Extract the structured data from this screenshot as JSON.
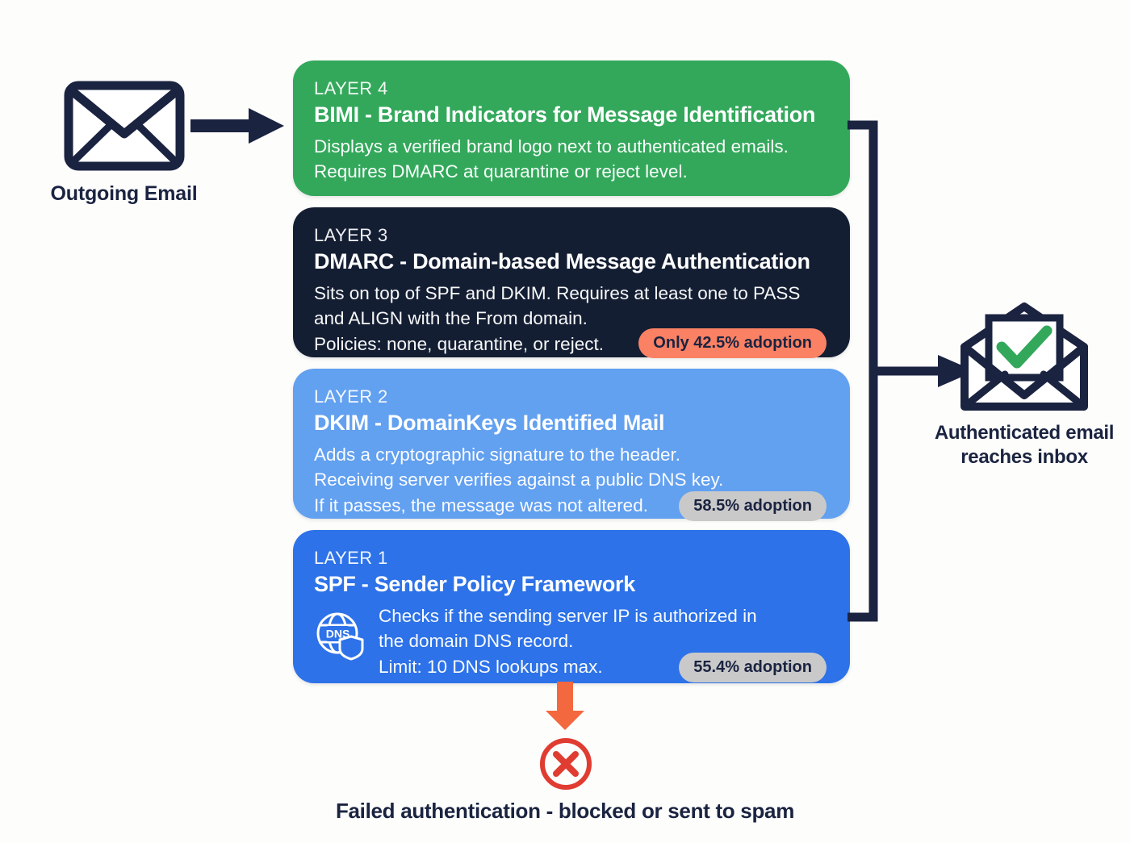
{
  "diagram": {
    "title": "Email authentication layers",
    "colors": {
      "background": "#fdfdfc",
      "ink": "#1a2340",
      "layer4": "#33a85b",
      "layer3": "#141e33",
      "layer2": "#62a0f0",
      "layer1": "#2d72e8",
      "badge_warning": "#fb8164",
      "badge_neutral": "#c9c9c9",
      "success": "#33a85b",
      "failure": "#e03c31",
      "fail_arrow": "#f4683f"
    }
  },
  "source": {
    "icon": "envelope-icon",
    "caption": "Outgoing Email"
  },
  "incoming_arrow": {
    "icon": "arrow-right-icon"
  },
  "layers": [
    {
      "kicker": "LAYER 4",
      "title": "BIMI - Brand Indicators for Message Identification",
      "desc_lines": [
        "Displays a verified brand logo next to authenticated emails.",
        "Requires DMARC at quarantine or reject level."
      ],
      "badge": null
    },
    {
      "kicker": "LAYER 3",
      "title": "DMARC - Domain-based Message Authentication",
      "desc_lines": [
        "Sits on top of SPF and DKIM. Requires at least one to PASS",
        "and ALIGN with the From domain.",
        "Policies: none, quarantine, or reject."
      ],
      "badge": "Only 42.5% adoption"
    },
    {
      "kicker": "LAYER 2",
      "title": "DKIM - DomainKeys Identified Mail",
      "desc_lines": [
        "Adds a cryptographic signature to the header.",
        "Receiving server verifies against a public DNS key.",
        "If it passes, the message was not altered."
      ],
      "badge": "58.5% adoption"
    },
    {
      "kicker": "LAYER 1",
      "title": "SPF - Sender Policy Framework",
      "icon": "dns-globe-shield-icon",
      "icon_label": "DNS",
      "desc_lines": [
        "Checks if the sending server IP is authorized in",
        "the domain DNS record.",
        "Limit: 10 DNS lookups max."
      ],
      "badge": "55.4% adoption"
    }
  ],
  "success": {
    "icon": "envelope-check-icon",
    "caption_line1": "Authenticated email",
    "caption_line2": "reaches inbox"
  },
  "failure": {
    "arrow_icon": "arrow-down-icon",
    "icon": "circle-x-icon",
    "caption": "Failed authentication - blocked or sent to spam"
  }
}
